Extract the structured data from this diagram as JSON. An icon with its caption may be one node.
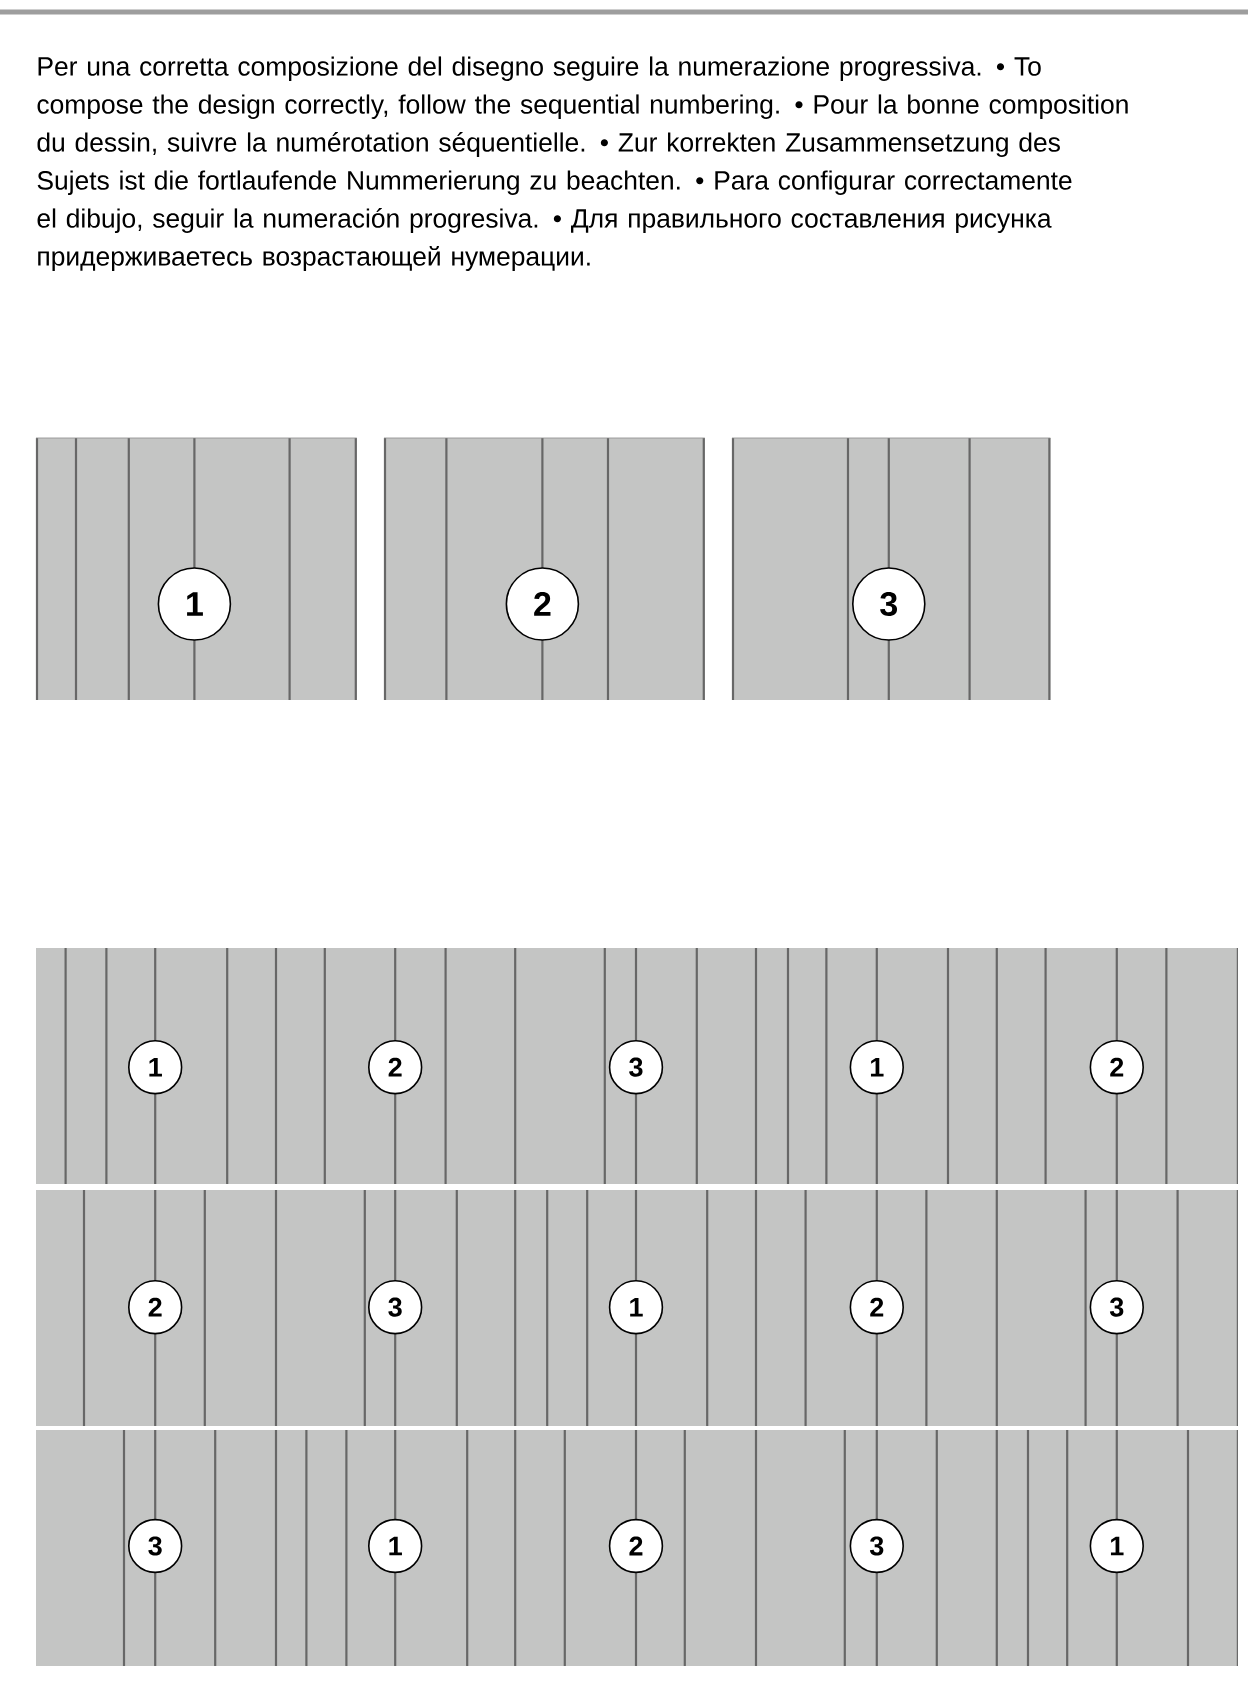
{
  "diagram": {
    "nodes": [
      {
        "text": [
          "1"
        ]
      },
      {
        "text": [
          "2"
        ]
      },
      {
        "text": [
          "3"
        ]
      },
      {
        "text": [
          "1"
        ]
      },
      {
        "text": [
          "2"
        ]
      },
      {
        "text": [
          "3"
        ]
      },
      {
        "text": [
          "1"
        ]
      },
      {
        "text": [
          "2"
        ]
      },
      {
        "text": [
          "2"
        ]
      },
      {
        "text": [
          "3"
        ]
      },
      {
        "text": [
          "1"
        ]
      },
      {
        "text": [
          "2"
        ]
      },
      {
        "text": [
          "3"
        ]
      },
      {
        "text": [
          "3"
        ]
      },
      {
        "text": [
          "1"
        ]
      },
      {
        "text": [
          "2"
        ]
      },
      {
        "text": [
          "3"
        ]
      },
      {
        "text": [
          "1"
        ]
      }
    ],
    "labels": [
      "Per una corretta composizione del disegno seguire la numerazione progressiva. • To compose the design correctly, follow the sequential numbering. • Pour la bonne composition du dessin, suivre la numérotation séquentielle. • Zur korrekten Zusammensetzung des Sujets ist die fortlaufende Nummerierung zu beachten. • Para configurar correctamente el dibujo, seguir la numeración progresiva. • Для правильного составления рисунка придерживаетесь возрастающей нумерации."
    ]
  }
}
